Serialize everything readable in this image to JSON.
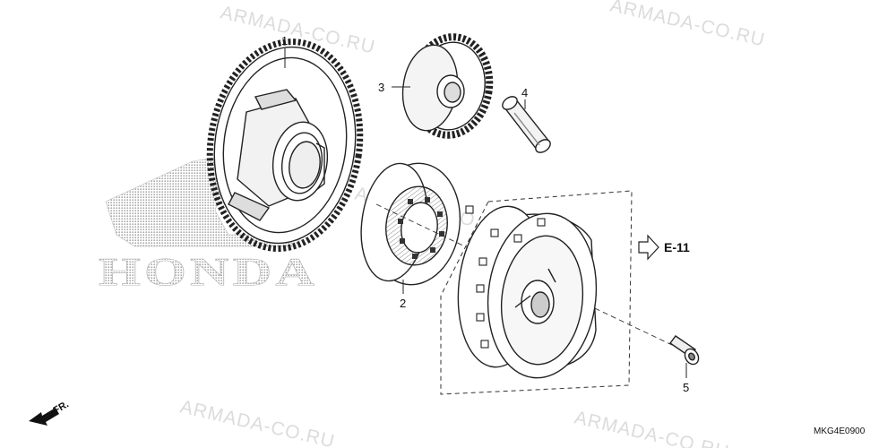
{
  "watermark": {
    "text": "ARMADA-CO.RU"
  },
  "brand": {
    "name": "HONDA"
  },
  "callouts": {
    "part1": "1",
    "part2": "2",
    "part3": "3",
    "part4": "4",
    "part5": "5"
  },
  "reference": {
    "label": "E-11"
  },
  "direction": {
    "label": "FR."
  },
  "diagram_code": "MKG4E0900",
  "colors": {
    "line": "#222222",
    "watermark": "#dcdcdc",
    "logo_dots": "#b0b0b0"
  }
}
